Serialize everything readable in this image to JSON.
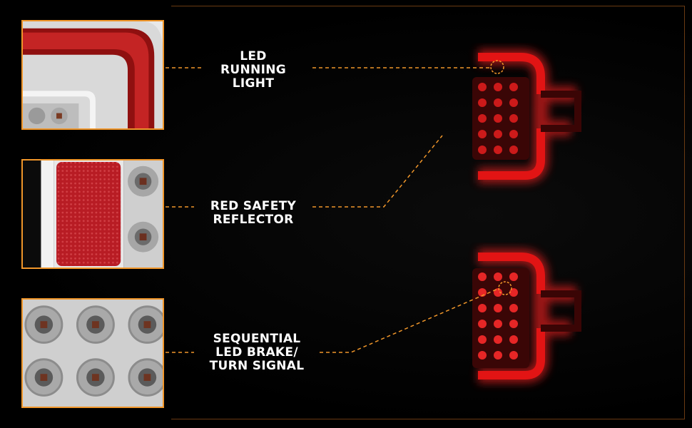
{
  "callouts": [
    {
      "label": "LED\nRUNNING\nLIGHT"
    },
    {
      "label": "RED SAFETY\nREFLECTOR"
    },
    {
      "label": "SEQUENTIAL\nLED BRAKE/\nTURN SIGNAL"
    }
  ],
  "colors": {
    "accent_orange": "#f0962a",
    "lamp_red": "#e01818",
    "background": "#000000"
  }
}
